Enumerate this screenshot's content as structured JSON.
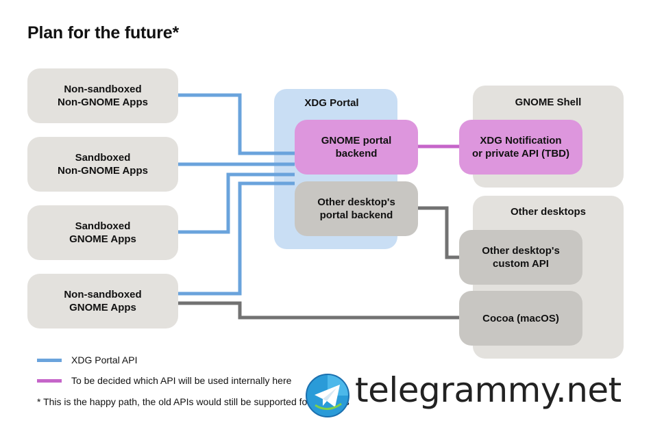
{
  "title": "Plan for the future*",
  "apps": [
    "Non-sandboxed\nNon-GNOME Apps",
    "Sandboxed\nNon-GNOME Apps",
    "Sandboxed\nGNOME Apps",
    "Non-sandboxed\nGNOME Apps"
  ],
  "xdg_portal": {
    "label": "XDG Portal",
    "gnome_backend": "GNOME portal\nbackend",
    "other_backend": "Other desktop's\nportal backend"
  },
  "gnome_shell": {
    "label": "GNOME Shell",
    "notification": "XDG Notification\nor private API (TBD)"
  },
  "other_desktops": {
    "label": "Other desktops",
    "custom_api": "Other desktop's\ncustom API",
    "cocoa": "Cocoa (macOS)"
  },
  "legend": [
    {
      "label": "XDG Portal API",
      "color": "#6aa3dc"
    },
    {
      "label": "To be decided which API will be used internally here",
      "color": "#c565c9"
    }
  ],
  "footnote": "* This is the happy path, the old APIs would still be supported for old apps",
  "colors": {
    "blue_line": "#6aa3dc",
    "purple_line": "#c565c9",
    "gray_line": "#727272"
  },
  "watermark": {
    "text": "telegrammy.net",
    "icon": "telegram-paper-plane-icon"
  }
}
